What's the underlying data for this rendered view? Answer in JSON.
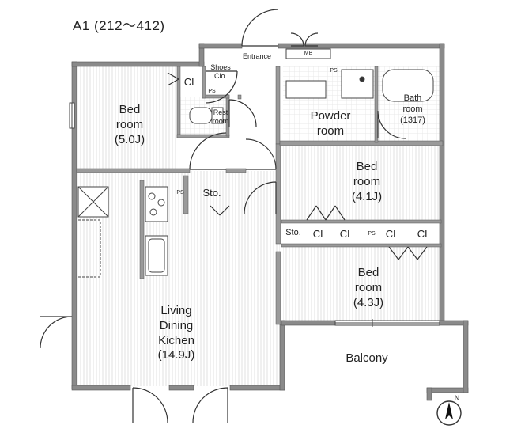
{
  "title": "A1 (212～412)",
  "rooms": {
    "bedroom_5": {
      "line1": "Bed",
      "line2": "room",
      "line3": "(5.0J)"
    },
    "bedroom_41": {
      "line1": "Bed",
      "line2": "room",
      "line3": "(4.1J)"
    },
    "bedroom_43": {
      "line1": "Bed",
      "line2": "room",
      "line3": "(4.3J)"
    },
    "ldk": {
      "line1": "Living",
      "line2": "Dining",
      "line3": "Kichen",
      "line4": "(14.9J)"
    },
    "powder": {
      "line1": "Powder",
      "line2": "room"
    },
    "bath": {
      "line1": "Bath",
      "line2": "room",
      "line3": "(1317)"
    },
    "rest": {
      "line1": "Rest",
      "line2": "room"
    },
    "shoes": {
      "line1": "Shoes",
      "line2": "Clo."
    },
    "entrance": "Entrance",
    "balcony": "Balcony"
  },
  "storage": {
    "cl_bed5": "CL",
    "sto_center": "Sto.",
    "sto_right": "Sto.",
    "cl1": "CL",
    "cl2": "CL",
    "cl3": "CL",
    "cl4": "CL"
  },
  "ps_tags": [
    "PS",
    "PS",
    "PS",
    "PS"
  ],
  "meter": "MB",
  "compass": "N"
}
